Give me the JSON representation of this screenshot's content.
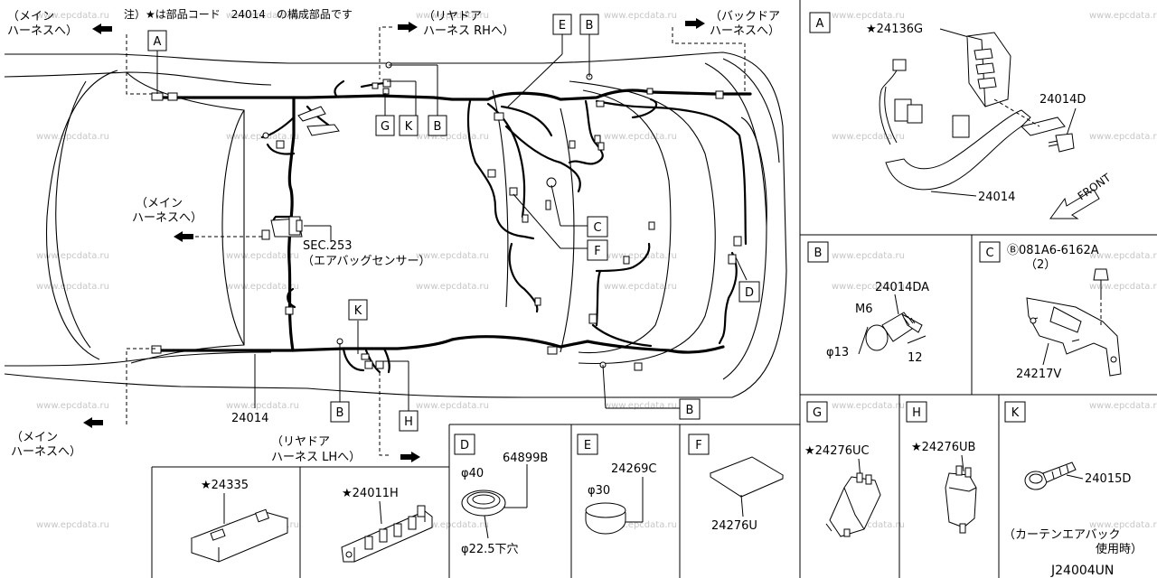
{
  "diagram_code": "J24004UN",
  "notice": "注）★は部品コード　24014　の構成部品です",
  "watermark": "www.epcdata.ru",
  "nav": {
    "main_harness_top": [
      "（メイン",
      "ハーネスへ）"
    ],
    "rear_door_rh": [
      "（リヤドア",
      "ハーネス RHへ）"
    ],
    "back_door": [
      "（バックドア",
      "ハーネスへ）"
    ],
    "main_harness_mid": [
      "（メイン",
      "ハーネスへ）"
    ],
    "main_harness_bottom": [
      "（メイン",
      "ハーネスへ）"
    ],
    "rear_door_lh": [
      "（リヤドア",
      "ハーネス LHへ）"
    ]
  },
  "sec_ref": [
    "SEC.253",
    "（エアバッグセンサー）"
  ],
  "main_part": "24014",
  "callouts": {
    "a": "A",
    "b": "B",
    "c": "C",
    "d": "D",
    "e": "E",
    "f": "F",
    "g": "G",
    "h": "H",
    "k": "K"
  },
  "panels": {
    "a": {
      "tag": "A",
      "parts": [
        "★24136G",
        "24014D",
        "24014"
      ],
      "front": "FRONT"
    },
    "b": {
      "tag": "B",
      "part": "24014DA",
      "thread": "M6",
      "dia": "φ13",
      "length": "12"
    },
    "c": {
      "tag": "C",
      "bolt": "Ⓑ081A6-6162A",
      "qty": "（2）",
      "part": "24217V"
    },
    "d": {
      "tag": "D",
      "part": "64899B",
      "dia_outer": "φ40",
      "dia_hole": "φ22.5下穴"
    },
    "e": {
      "tag": "E",
      "part": "24269C",
      "dia": "φ30"
    },
    "f": {
      "tag": "F",
      "part": "24276U"
    },
    "g": {
      "tag": "G",
      "part": "★24276UC"
    },
    "h": {
      "tag": "H",
      "part": "★24276UB"
    },
    "k": {
      "tag": "K",
      "part": "24015D",
      "note": [
        "（カーテンエアバック",
        "使用時）"
      ]
    },
    "p24335": {
      "part": "★24335"
    },
    "p24011h": {
      "part": "★24011H"
    }
  }
}
